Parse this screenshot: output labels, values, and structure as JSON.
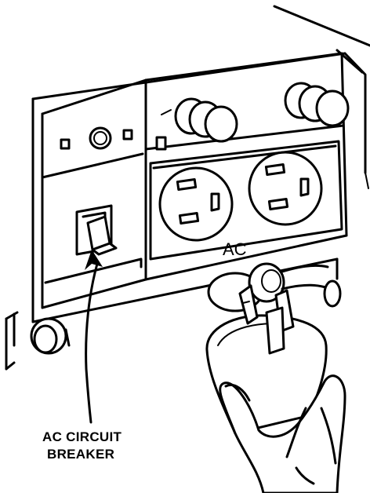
{
  "callout": {
    "line1": "AC CIRCUIT",
    "line2": "BREAKER"
  },
  "panel": {
    "outlet_label": "AC"
  }
}
